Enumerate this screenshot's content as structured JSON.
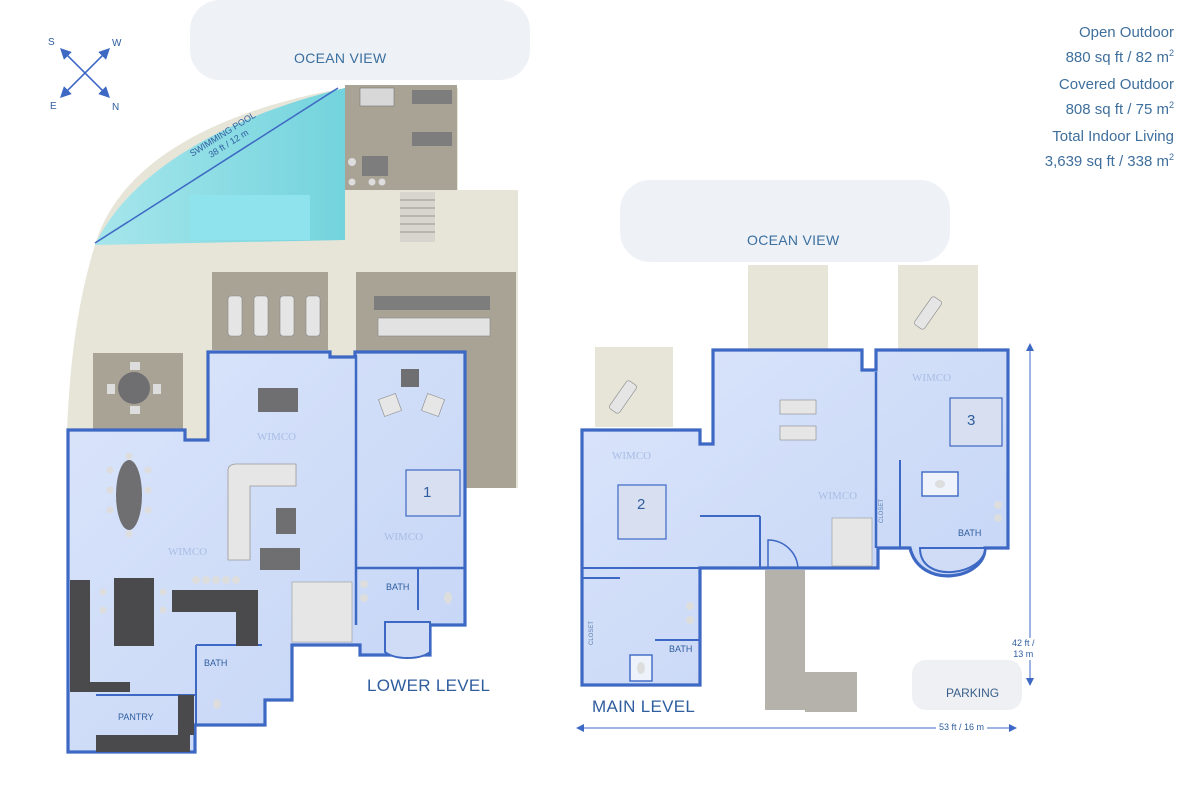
{
  "compass": {
    "s": "S",
    "w": "W",
    "e": "E",
    "n": "N"
  },
  "labels": {
    "ocean_view_lower": "OCEAN VIEW",
    "ocean_view_main": "OCEAN VIEW",
    "pool_line1": "SWIMMING POOL",
    "pool_line2": "38 ft / 12 m",
    "lower_level": "LOWER LEVEL",
    "main_level": "MAIN LEVEL",
    "parking": "PARKING",
    "pantry": "PANTRY",
    "bath_pantry": "BATH",
    "bath_lower": "BATH",
    "bath_main": "BATH",
    "bath_bed3": "BATH",
    "closet_main": "CLOSET",
    "closet_bed3": "CLOSET",
    "room_1": "1",
    "room_2": "2",
    "room_3": "3",
    "dim_width": "53 ft / 16 m",
    "dim_height_1": "42 ft /",
    "dim_height_2": "13 m"
  },
  "stats": {
    "open_outdoor_title": "Open Outdoor",
    "open_outdoor_value": "880 sq ft / 82 m",
    "covered_outdoor_title": "Covered Outdoor",
    "covered_outdoor_value": "808 sq ft / 75 m",
    "indoor_title": "Total Indoor Living",
    "indoor_value": "3,639 sq ft / 338 m",
    "unit_exp": "2"
  },
  "watermark": "WIMCO",
  "colors": {
    "wall": "#3d68c4",
    "floor": "#cfdcf7",
    "terrace": "#e6e5d8",
    "deck": "#a39d90",
    "pool": "#7fdbe6",
    "dark_fixture": "#4a4a4d"
  }
}
